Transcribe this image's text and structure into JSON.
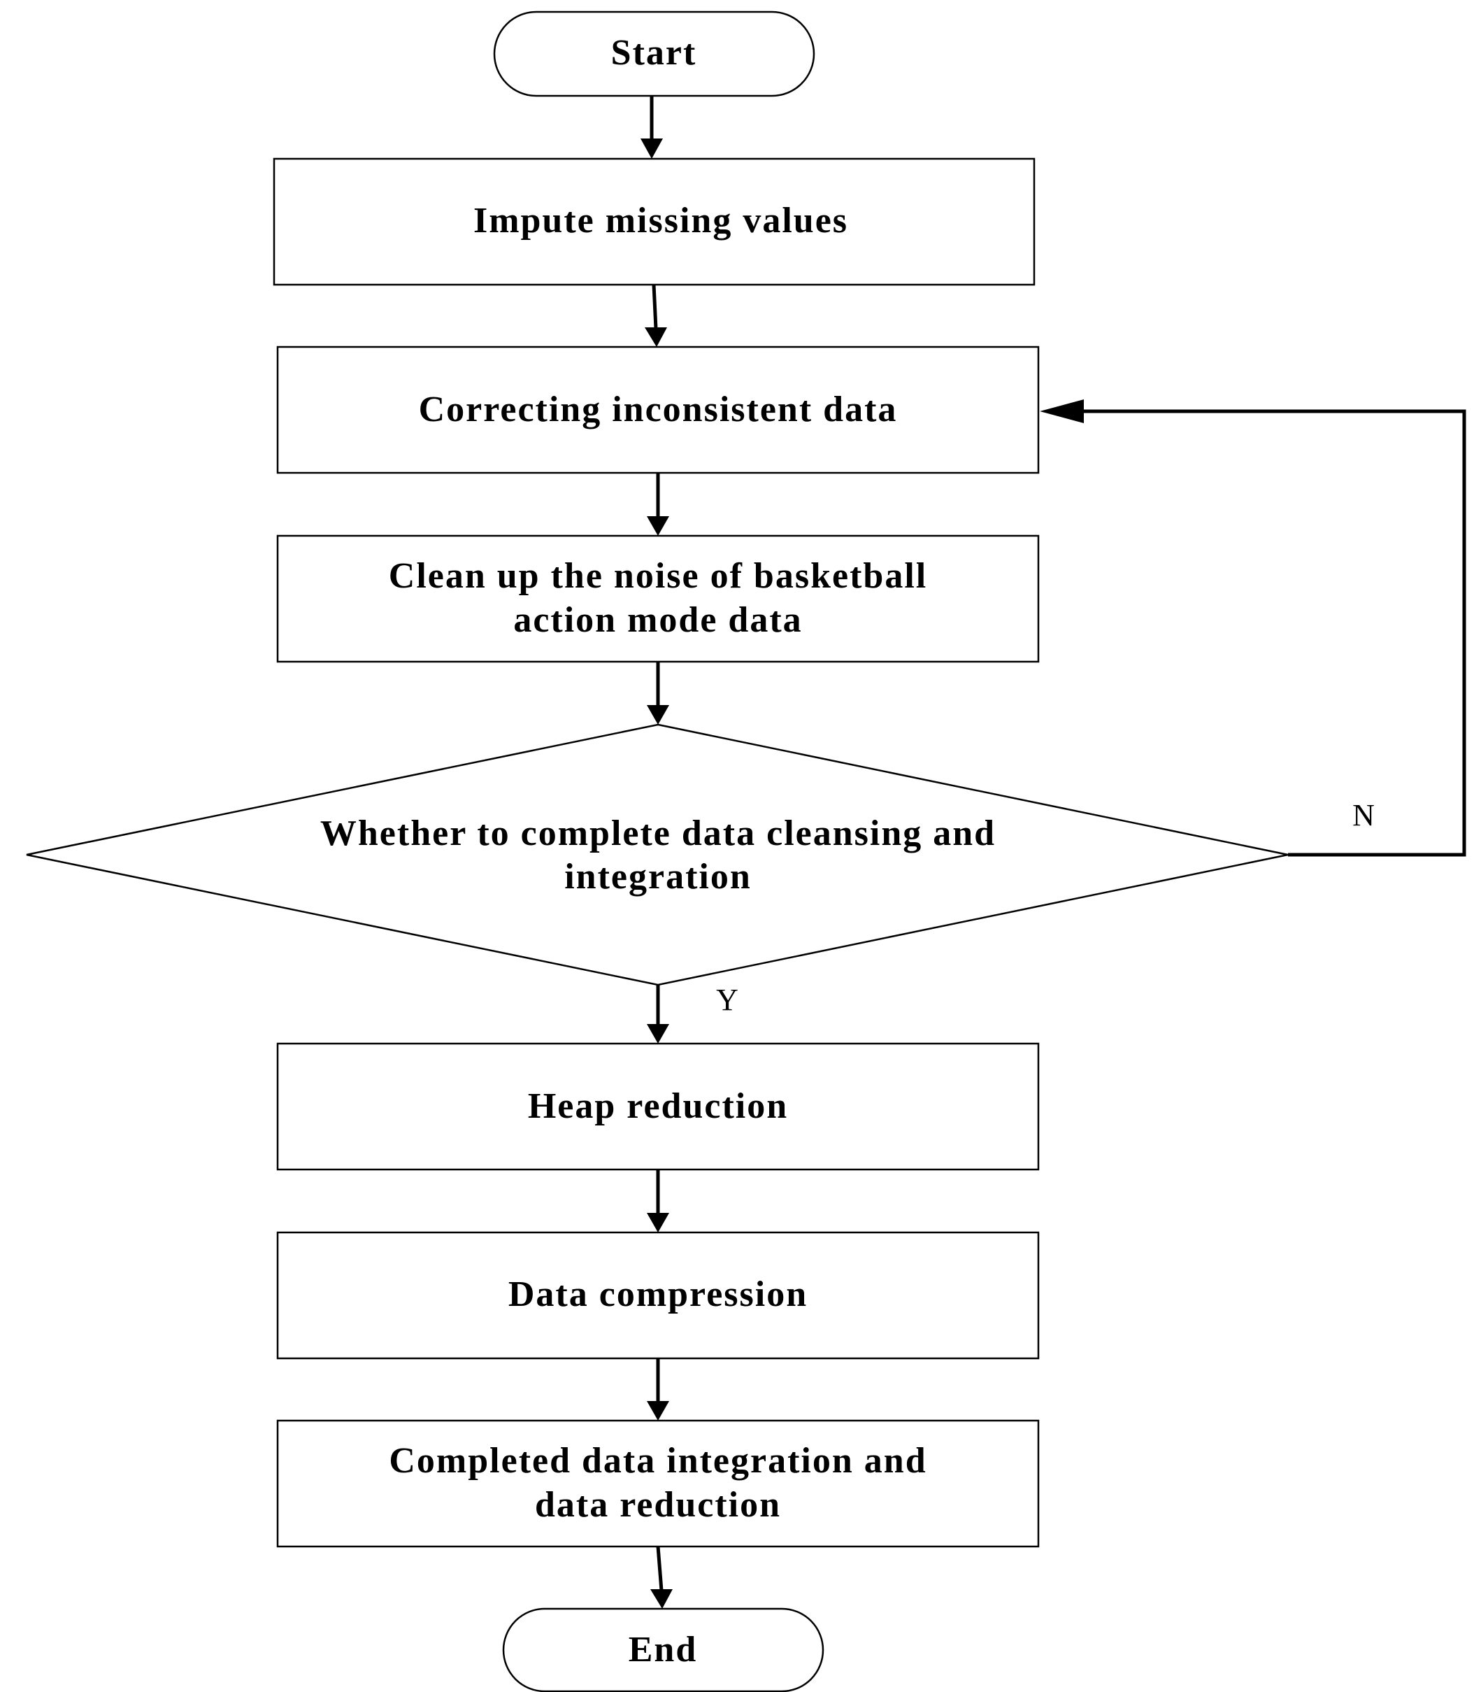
{
  "nodes": {
    "start": "Start",
    "impute": "Impute missing values",
    "correct": "Correcting inconsistent data",
    "clean_line1": "Clean up the noise of basketball",
    "clean_line2": "action mode data",
    "decision_line1": "Whether to complete data cleansing and",
    "decision_line2": "integration",
    "heap": "Heap reduction",
    "compress": "Data compression",
    "completed_line1": "Completed data integration and",
    "completed_line2": "data reduction",
    "end": "End"
  },
  "edges": {
    "no_label": "N",
    "yes_label": "Y"
  }
}
